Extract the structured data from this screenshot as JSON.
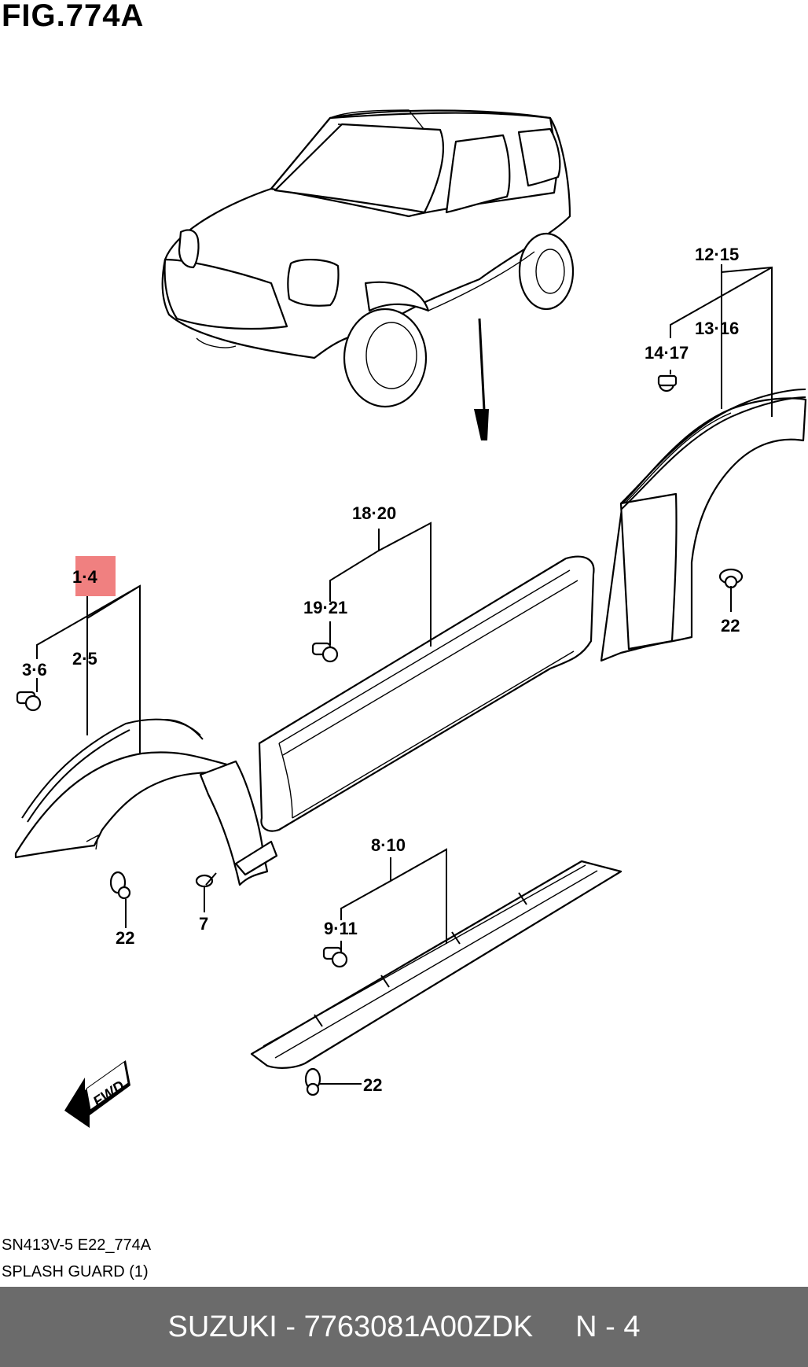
{
  "figure": {
    "title": "FIG.774A",
    "code": "SN413V-5 E22_774A",
    "name": "SPLASH GUARD (1)"
  },
  "callouts": {
    "c_12_15": "12·15",
    "c_13_16": "13·16",
    "c_14_17": "14·17",
    "c_22_right": "22",
    "c_18_20": "18·20",
    "c_19_21": "19·21",
    "c_1_4": "1·4",
    "c_3_6": "3·6",
    "c_2_5": "2·5",
    "c_22_left": "22",
    "c_7": "7",
    "c_8_10": "8·10",
    "c_9_11": "9·11",
    "c_22_bottom": "22"
  },
  "direction_arrow": "FWD",
  "highlight_color": "#f08080",
  "footer": {
    "part_text": "SUZUKI - 7763081A00ZDK",
    "page_text": "N - 4",
    "background": "#6b6b6b"
  }
}
